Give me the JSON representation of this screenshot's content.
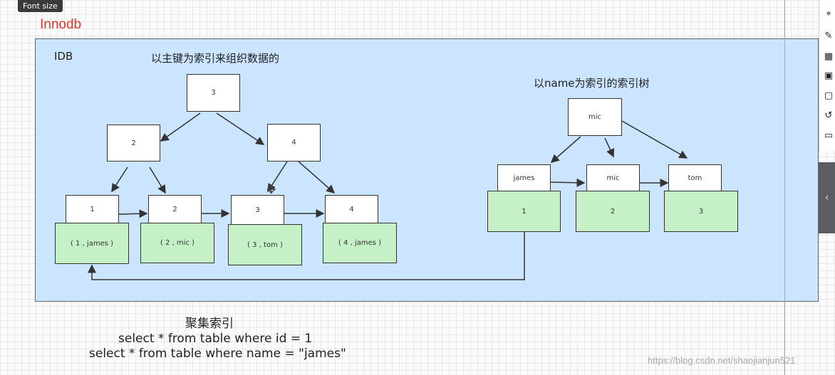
{
  "tooltip": "Font size",
  "page_title": "Innodb",
  "canvas": {
    "idb_label": "IDB",
    "primary_caption": "以主键为索引来组织数据的",
    "secondary_caption": "以name为索引的索引树"
  },
  "primary_tree": {
    "root": "3",
    "level2": [
      "2",
      "4"
    ],
    "leaves": [
      "1",
      "2",
      "3",
      "4"
    ],
    "rows": [
      "( 1 , james )",
      "( 2 , mic )",
      "( 3 , tom )",
      "( 4 , james )"
    ]
  },
  "secondary_tree": {
    "root": "mic",
    "leaves": [
      "james",
      "mic",
      "tom"
    ],
    "ids": [
      "1",
      "2",
      "3"
    ]
  },
  "bottom": {
    "title": "聚集索引",
    "query1": "select * from table where id = 1",
    "query2": "select * from table where name = \"james\""
  },
  "watermark": "https://blog.csdn.net/shaojianjun521",
  "toolbar_icons": [
    "crosshair-icon",
    "text-edit-icon",
    "calendar-icon",
    "layout-icon",
    "page-icon",
    "history-icon",
    "comment-icon"
  ],
  "colors": {
    "canvas_bg": "#cce5ff",
    "data_box_bg": "#c6f0c6",
    "title_red": "#e8312a"
  }
}
